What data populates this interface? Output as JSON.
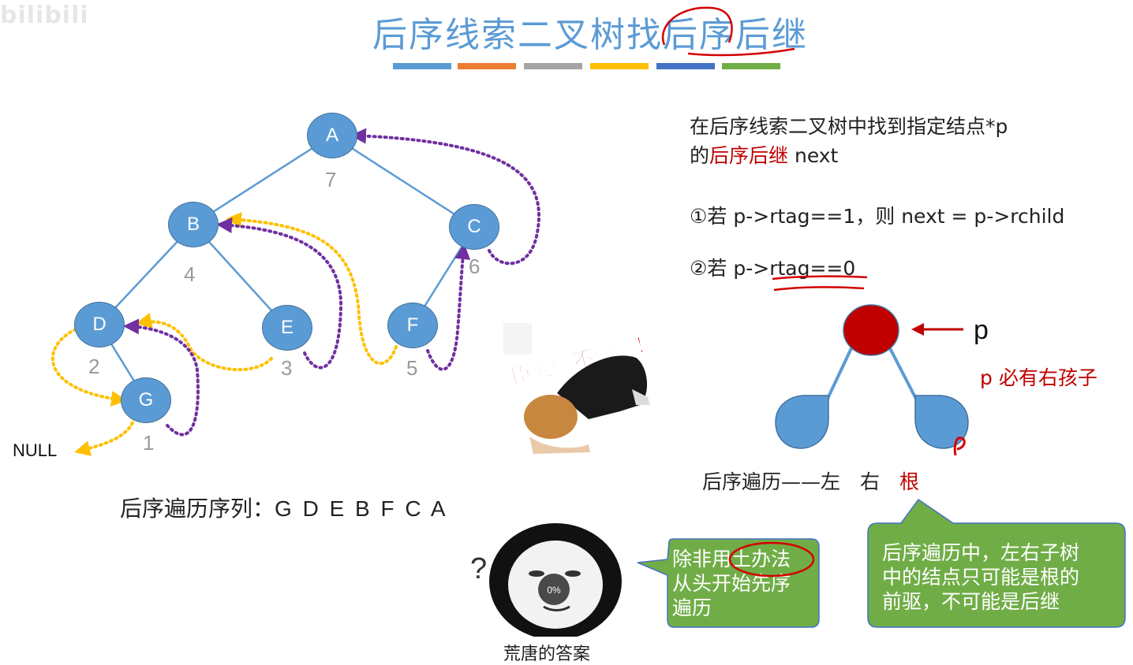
{
  "watermark": "bilibili",
  "title": "后序线索二叉树找后序后继",
  "color_bars": [
    "#5b9bd5",
    "#ed7d31",
    "#a5a5a5",
    "#ffc000",
    "#4472c4",
    "#70ad47"
  ],
  "tree": {
    "nodes": [
      {
        "id": "A",
        "order": "7"
      },
      {
        "id": "B",
        "order": "4"
      },
      {
        "id": "C",
        "order": "6"
      },
      {
        "id": "D",
        "order": "2"
      },
      {
        "id": "E",
        "order": "3"
      },
      {
        "id": "F",
        "order": "5"
      },
      {
        "id": "G",
        "order": "1"
      }
    ],
    "null_label": "NULL"
  },
  "postorder": {
    "label": "后序遍历序列：",
    "value": "G D E B F C A"
  },
  "desc": {
    "line1": "在后序线索二叉树中找到指定结点*p",
    "line2_prefix": "的",
    "line2_highlight": "后序后继",
    "line2_suffix": " next",
    "case1": "①若 p->rtag==1，则 next = p->rchild",
    "case2_prefix": "②若 ",
    "case2_code": "p->rtag==0"
  },
  "diagram": {
    "p_label": "p",
    "note": "p 必有右孩子",
    "traversal_prefix": "后序遍历——左　右　",
    "traversal_root": "根",
    "handwritten_p": "P"
  },
  "meme1_text": "臣妾做不到啊！",
  "meme2": {
    "progress": "0%",
    "question_mark": "?",
    "caption": "荒唐的答案"
  },
  "bubble1": {
    "line1": "除非用土办法",
    "line2": "从头开始先序",
    "line3": "遍历"
  },
  "bubble2": {
    "line1": "后序遍历中，左右子树",
    "line2": "中的结点只可能是根的",
    "line3": "前驱，不可能是后继"
  }
}
